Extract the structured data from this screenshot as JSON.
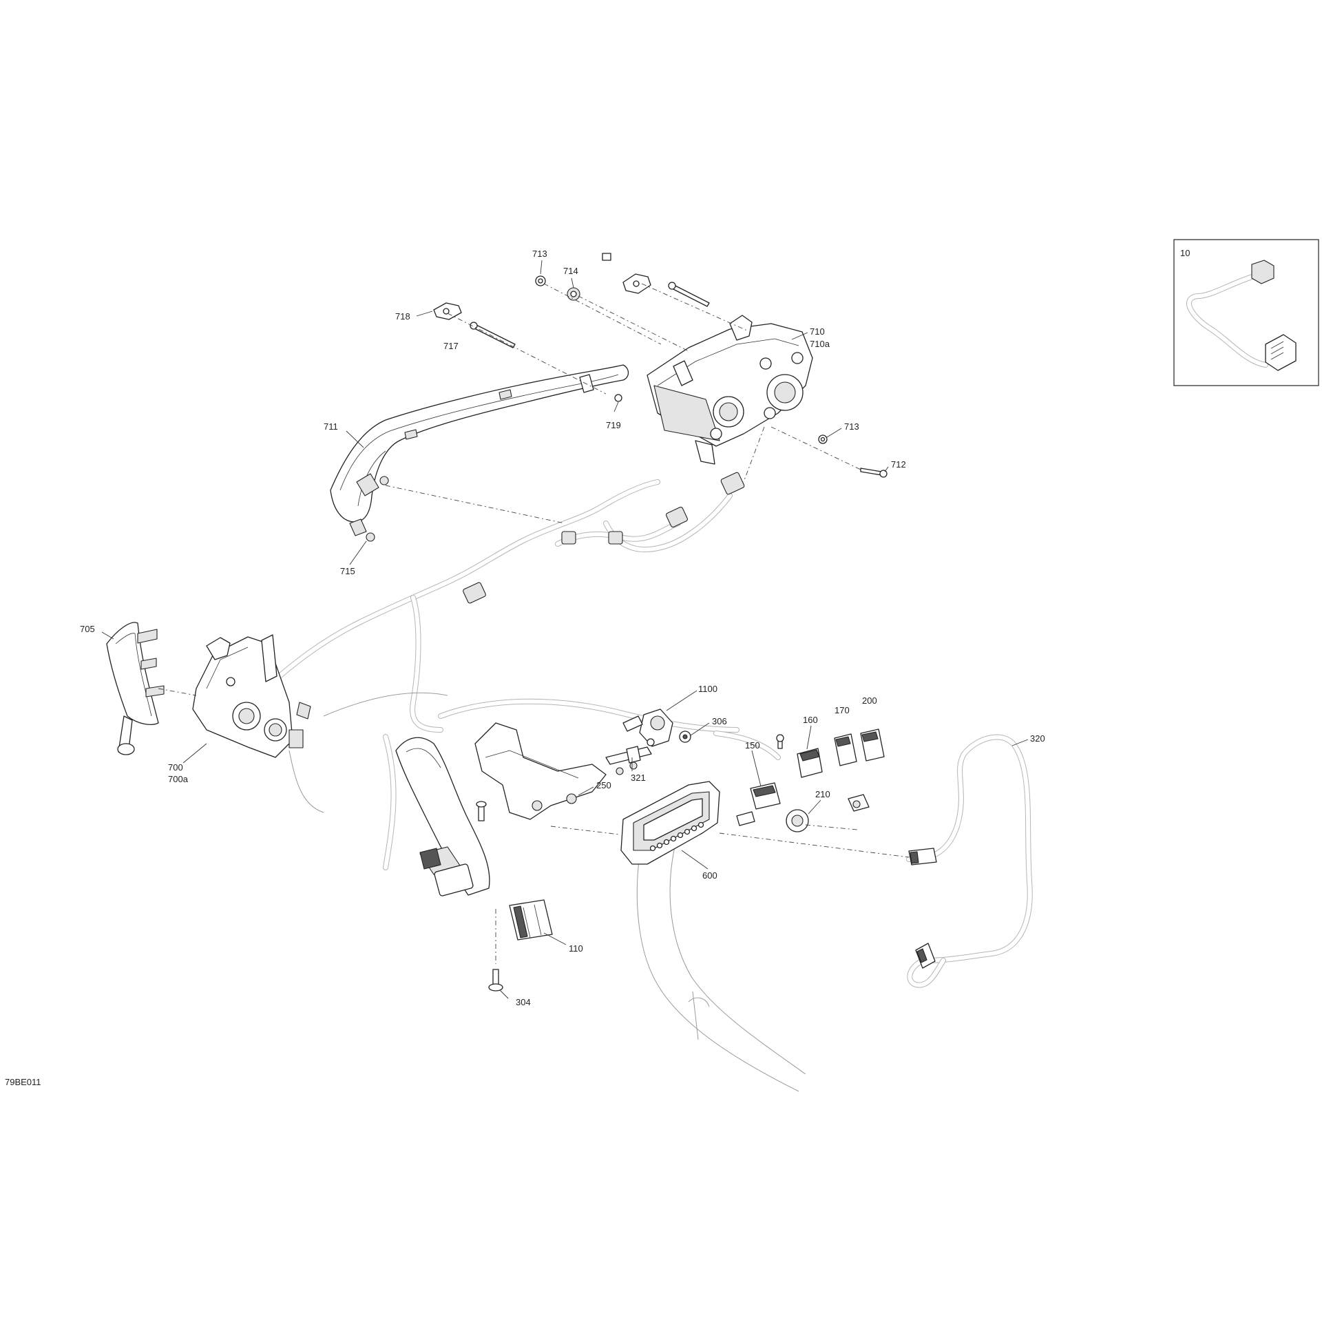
{
  "drawing_code": "79BE011",
  "inset": {
    "label": "10"
  },
  "callouts": [
    {
      "id": "713a",
      "text": "713"
    },
    {
      "id": "714",
      "text": "714"
    },
    {
      "id": "718",
      "text": "718"
    },
    {
      "id": "717",
      "text": "717"
    },
    {
      "id": "710",
      "text": "710"
    },
    {
      "id": "710a",
      "text": "710a"
    },
    {
      "id": "711",
      "text": "711"
    },
    {
      "id": "719",
      "text": "719"
    },
    {
      "id": "713b",
      "text": "713"
    },
    {
      "id": "712",
      "text": "712"
    },
    {
      "id": "715",
      "text": "715"
    },
    {
      "id": "705",
      "text": "705"
    },
    {
      "id": "700",
      "text": "700"
    },
    {
      "id": "700a",
      "text": "700a"
    },
    {
      "id": "1100",
      "text": "1100"
    },
    {
      "id": "306",
      "text": "306"
    },
    {
      "id": "160",
      "text": "160"
    },
    {
      "id": "170",
      "text": "170"
    },
    {
      "id": "200",
      "text": "200"
    },
    {
      "id": "150",
      "text": "150"
    },
    {
      "id": "320",
      "text": "320"
    },
    {
      "id": "321",
      "text": "321"
    },
    {
      "id": "250",
      "text": "250"
    },
    {
      "id": "210",
      "text": "210"
    },
    {
      "id": "600",
      "text": "600"
    },
    {
      "id": "110",
      "text": "110"
    },
    {
      "id": "304",
      "text": "304"
    }
  ]
}
